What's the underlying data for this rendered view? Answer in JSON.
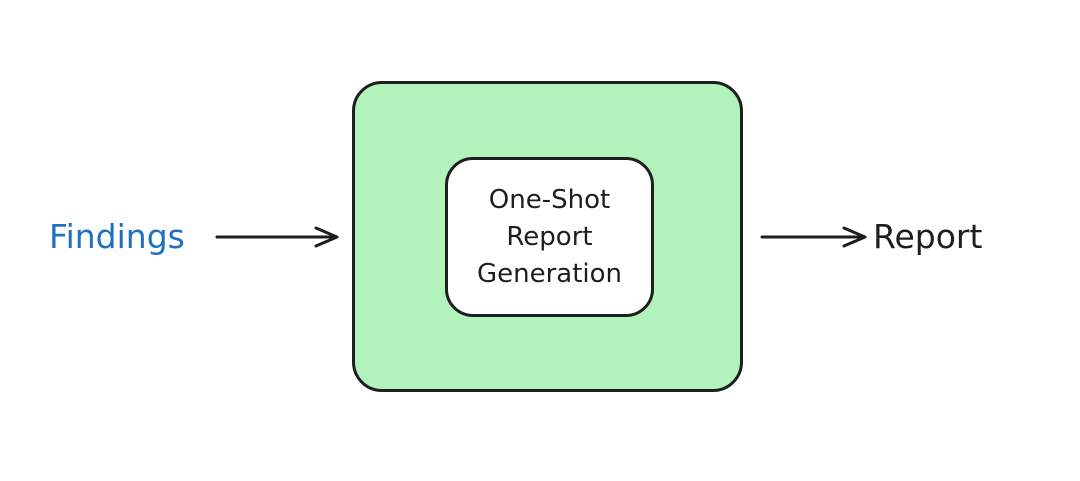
{
  "diagram": {
    "input_label": "Findings",
    "process": {
      "lines": [
        "One-Shot",
        "Report",
        "Generation"
      ]
    },
    "output_label": "Report"
  },
  "colors": {
    "outer_fill": "#b2f2bb",
    "stroke": "#1e1e1e",
    "input_text": "#1f6fc2",
    "inner_fill": "#ffffff"
  }
}
